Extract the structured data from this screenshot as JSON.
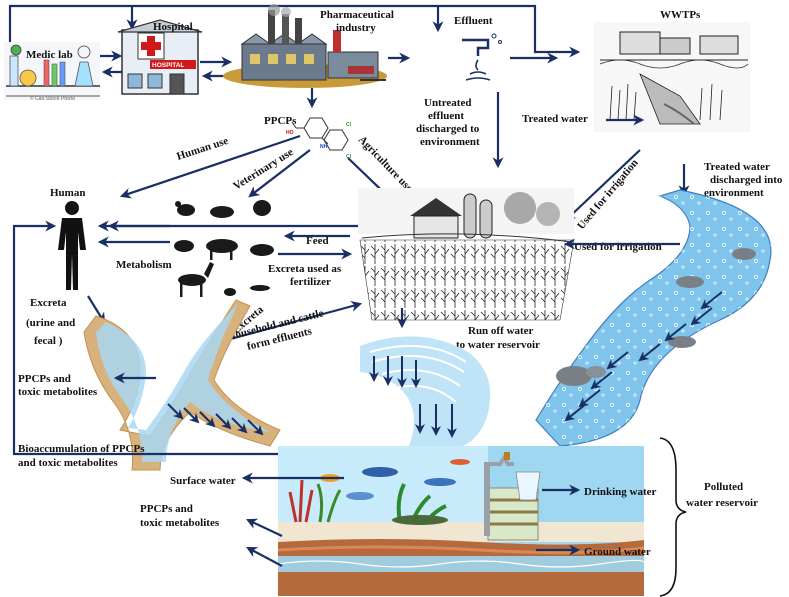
{
  "colors": {
    "arrow": "#1a2f63",
    "river": "#7fc4ec",
    "river_dark": "#3f7fc0",
    "water_tank": "#9fd6f0",
    "soil": "#b46a3c",
    "sediment": "#d8b27c"
  },
  "labels": {
    "medic_lab": "Medic lab",
    "hospital": "Hospital",
    "hospital_sign": "HOSPITAL",
    "pharma_1": "Pharmaceutical",
    "pharma_2": "industry",
    "effluent": "Effluent",
    "wwtps": "WWTPs",
    "ppcps": "PPCPs",
    "untreated_1": "Untreated",
    "untreated_2": "effluent",
    "untreated_3": "discharged to",
    "untreated_4": "environment",
    "treated_water": "Treated water",
    "human_use": "Human use",
    "veterinary_use": "Veterinary use",
    "agriculture_use": "Agriculture use",
    "used_for_irrigation_diag": "Used for irrigation",
    "treated_discharged_1": "Treated water",
    "treated_discharged_2": "discharged into",
    "treated_discharged_3": "environment",
    "human": "Human",
    "feed": "Feed",
    "used_for_irrigation": "Used for irrigation",
    "metabolism": "Metabolism",
    "excreta_fert_1": "Excreta used as",
    "excreta_fert_2": "fertilizer",
    "excreta_1": "Excreta",
    "excreta_2": "(urine and",
    "excreta_3": "fecal )",
    "excreta_diag": "Excreta",
    "household_1": "Household and cattle",
    "household_2": "form effluents",
    "runoff_1": "Run off water",
    "runoff_2": "to water reservoir",
    "ppcps_toxic_1_a": "PPCPs and",
    "ppcps_toxic_1_b": "toxic metabolites",
    "bioaccum_1": "Bioaccumulation of PPCPs",
    "bioaccum_2": "and  toxic metabolites",
    "surface_water": "Surface water",
    "drinking_water": "Drinking water",
    "ppcps_toxic_2_a": "PPCPs and",
    "ppcps_toxic_2_b": "toxic metabolites",
    "ground_water": "Ground water",
    "polluted_1": "Polluted",
    "polluted_2": "water reservoir",
    "watermark": "© Can Stock Photo"
  }
}
